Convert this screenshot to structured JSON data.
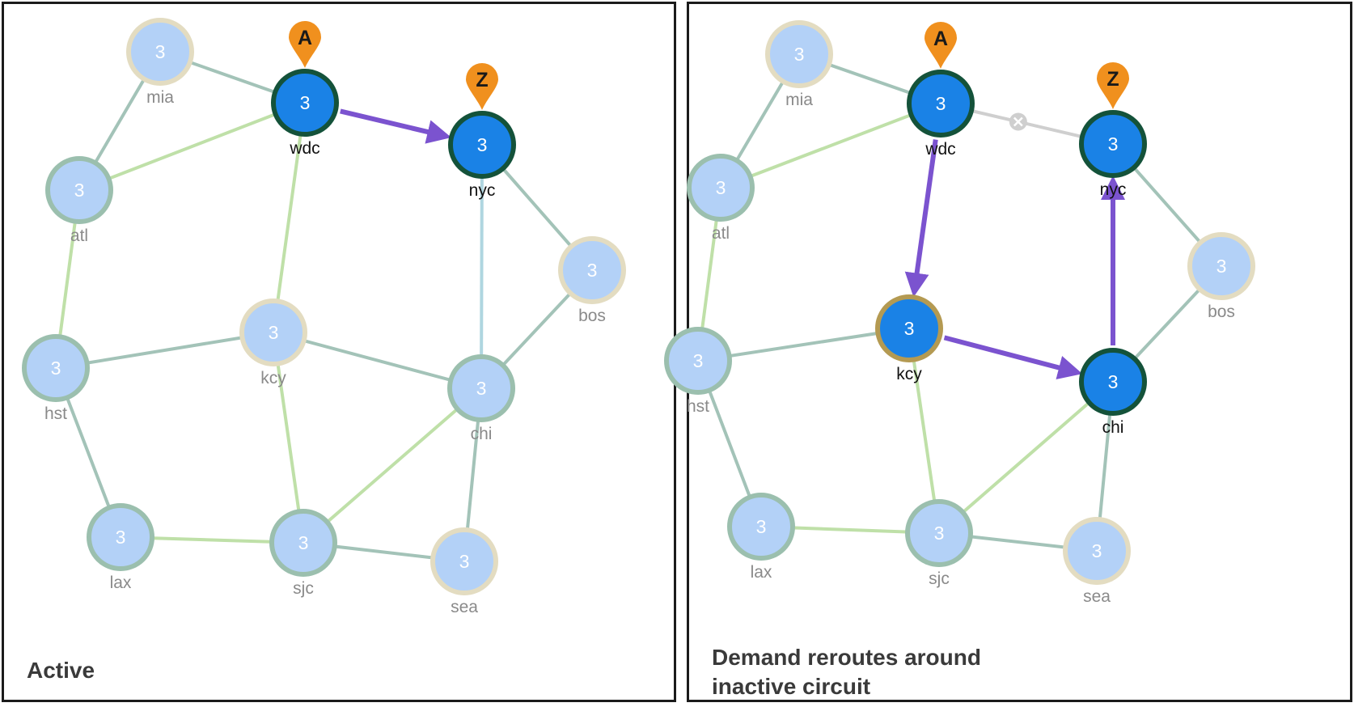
{
  "colors": {
    "node_fill_inactive": "#b3d1f7",
    "node_fill_active": "#1a82e6",
    "ring_default": "#9bbfae",
    "ring_tan": "#e3dcc1",
    "ring_active": "#14523a",
    "ring_gold": "#b49a52",
    "link_grey_green": "#a3c3b8",
    "link_light_green": "#bfe0a8",
    "link_light_blue": "#afd6e0",
    "route_purple": "#7b53cf",
    "pin_orange": "#f0901e",
    "inactive_link": "#cfcfcf"
  },
  "panels": [
    {
      "caption": "Active",
      "nodes": [
        {
          "id": "mia",
          "label": "mia",
          "count": "3",
          "ring": "tan"
        },
        {
          "id": "wdc",
          "label": "wdc",
          "count": "3",
          "ring": "active",
          "active": true,
          "pin": "A"
        },
        {
          "id": "nyc",
          "label": "nyc",
          "count": "3",
          "ring": "active",
          "active": true,
          "pin": "Z"
        },
        {
          "id": "atl",
          "label": "atl",
          "count": "3",
          "ring": "default"
        },
        {
          "id": "bos",
          "label": "bos",
          "count": "3",
          "ring": "tan"
        },
        {
          "id": "hst",
          "label": "hst",
          "count": "3",
          "ring": "default"
        },
        {
          "id": "kcy",
          "label": "kcy",
          "count": "3",
          "ring": "tan"
        },
        {
          "id": "chi",
          "label": "chi",
          "count": "3",
          "ring": "default"
        },
        {
          "id": "lax",
          "label": "lax",
          "count": "3",
          "ring": "default"
        },
        {
          "id": "sjc",
          "label": "sjc",
          "count": "3",
          "ring": "default"
        },
        {
          "id": "sea",
          "label": "sea",
          "count": "3",
          "ring": "tan"
        }
      ],
      "links": [
        {
          "from": "mia",
          "to": "wdc",
          "color": "grey_green"
        },
        {
          "from": "mia",
          "to": "atl",
          "color": "grey_green"
        },
        {
          "from": "atl",
          "to": "wdc",
          "color": "light_green"
        },
        {
          "from": "wdc",
          "to": "kcy",
          "color": "light_green"
        },
        {
          "from": "nyc",
          "to": "chi",
          "color": "light_blue"
        },
        {
          "from": "nyc",
          "to": "bos",
          "color": "grey_green"
        },
        {
          "from": "bos",
          "to": "chi",
          "color": "grey_green"
        },
        {
          "from": "atl",
          "to": "hst",
          "color": "light_green"
        },
        {
          "from": "hst",
          "to": "kcy",
          "color": "grey_green"
        },
        {
          "from": "kcy",
          "to": "chi",
          "color": "grey_green"
        },
        {
          "from": "kcy",
          "to": "sjc",
          "color": "light_green"
        },
        {
          "from": "hst",
          "to": "lax",
          "color": "grey_green"
        },
        {
          "from": "lax",
          "to": "sjc",
          "color": "light_green"
        },
        {
          "from": "sjc",
          "to": "chi",
          "color": "light_green"
        },
        {
          "from": "sjc",
          "to": "sea",
          "color": "grey_green"
        },
        {
          "from": "chi",
          "to": "sea",
          "color": "grey_green"
        }
      ],
      "route": [
        {
          "from": "wdc",
          "to": "nyc"
        }
      ]
    },
    {
      "caption": "Demand reroutes around inactive circuit",
      "nodes": [
        {
          "id": "mia",
          "label": "mia",
          "count": "3",
          "ring": "tan"
        },
        {
          "id": "wdc",
          "label": "wdc",
          "count": "3",
          "ring": "active",
          "active": true,
          "pin": "A"
        },
        {
          "id": "nyc",
          "label": "nyc",
          "count": "3",
          "ring": "active",
          "active": true,
          "pin": "Z"
        },
        {
          "id": "atl",
          "label": "atl",
          "count": "3",
          "ring": "default"
        },
        {
          "id": "bos",
          "label": "bos",
          "count": "3",
          "ring": "tan"
        },
        {
          "id": "hst",
          "label": "hst",
          "count": "3",
          "ring": "default"
        },
        {
          "id": "kcy",
          "label": "kcy",
          "count": "3",
          "ring": "gold",
          "active": true
        },
        {
          "id": "chi",
          "label": "chi",
          "count": "3",
          "ring": "active",
          "active": true
        },
        {
          "id": "lax",
          "label": "lax",
          "count": "3",
          "ring": "default"
        },
        {
          "id": "sjc",
          "label": "sjc",
          "count": "3",
          "ring": "default"
        },
        {
          "id": "sea",
          "label": "sea",
          "count": "3",
          "ring": "tan"
        }
      ],
      "links": [
        {
          "from": "mia",
          "to": "wdc",
          "color": "grey_green"
        },
        {
          "from": "mia",
          "to": "atl",
          "color": "grey_green"
        },
        {
          "from": "atl",
          "to": "wdc",
          "color": "light_green"
        },
        {
          "from": "wdc",
          "to": "nyc",
          "color": "inactive",
          "inactive": true
        },
        {
          "from": "nyc",
          "to": "bos",
          "color": "grey_green"
        },
        {
          "from": "bos",
          "to": "chi",
          "color": "grey_green"
        },
        {
          "from": "atl",
          "to": "hst",
          "color": "light_green"
        },
        {
          "from": "hst",
          "to": "kcy",
          "color": "grey_green"
        },
        {
          "from": "kcy",
          "to": "sjc",
          "color": "light_green"
        },
        {
          "from": "hst",
          "to": "lax",
          "color": "grey_green"
        },
        {
          "from": "lax",
          "to": "sjc",
          "color": "light_green"
        },
        {
          "from": "sjc",
          "to": "chi",
          "color": "light_green"
        },
        {
          "from": "sjc",
          "to": "sea",
          "color": "grey_green"
        },
        {
          "from": "chi",
          "to": "sea",
          "color": "grey_green"
        }
      ],
      "route": [
        {
          "from": "wdc",
          "to": "kcy"
        },
        {
          "from": "kcy",
          "to": "chi"
        },
        {
          "from": "chi",
          "to": "nyc"
        }
      ]
    }
  ]
}
